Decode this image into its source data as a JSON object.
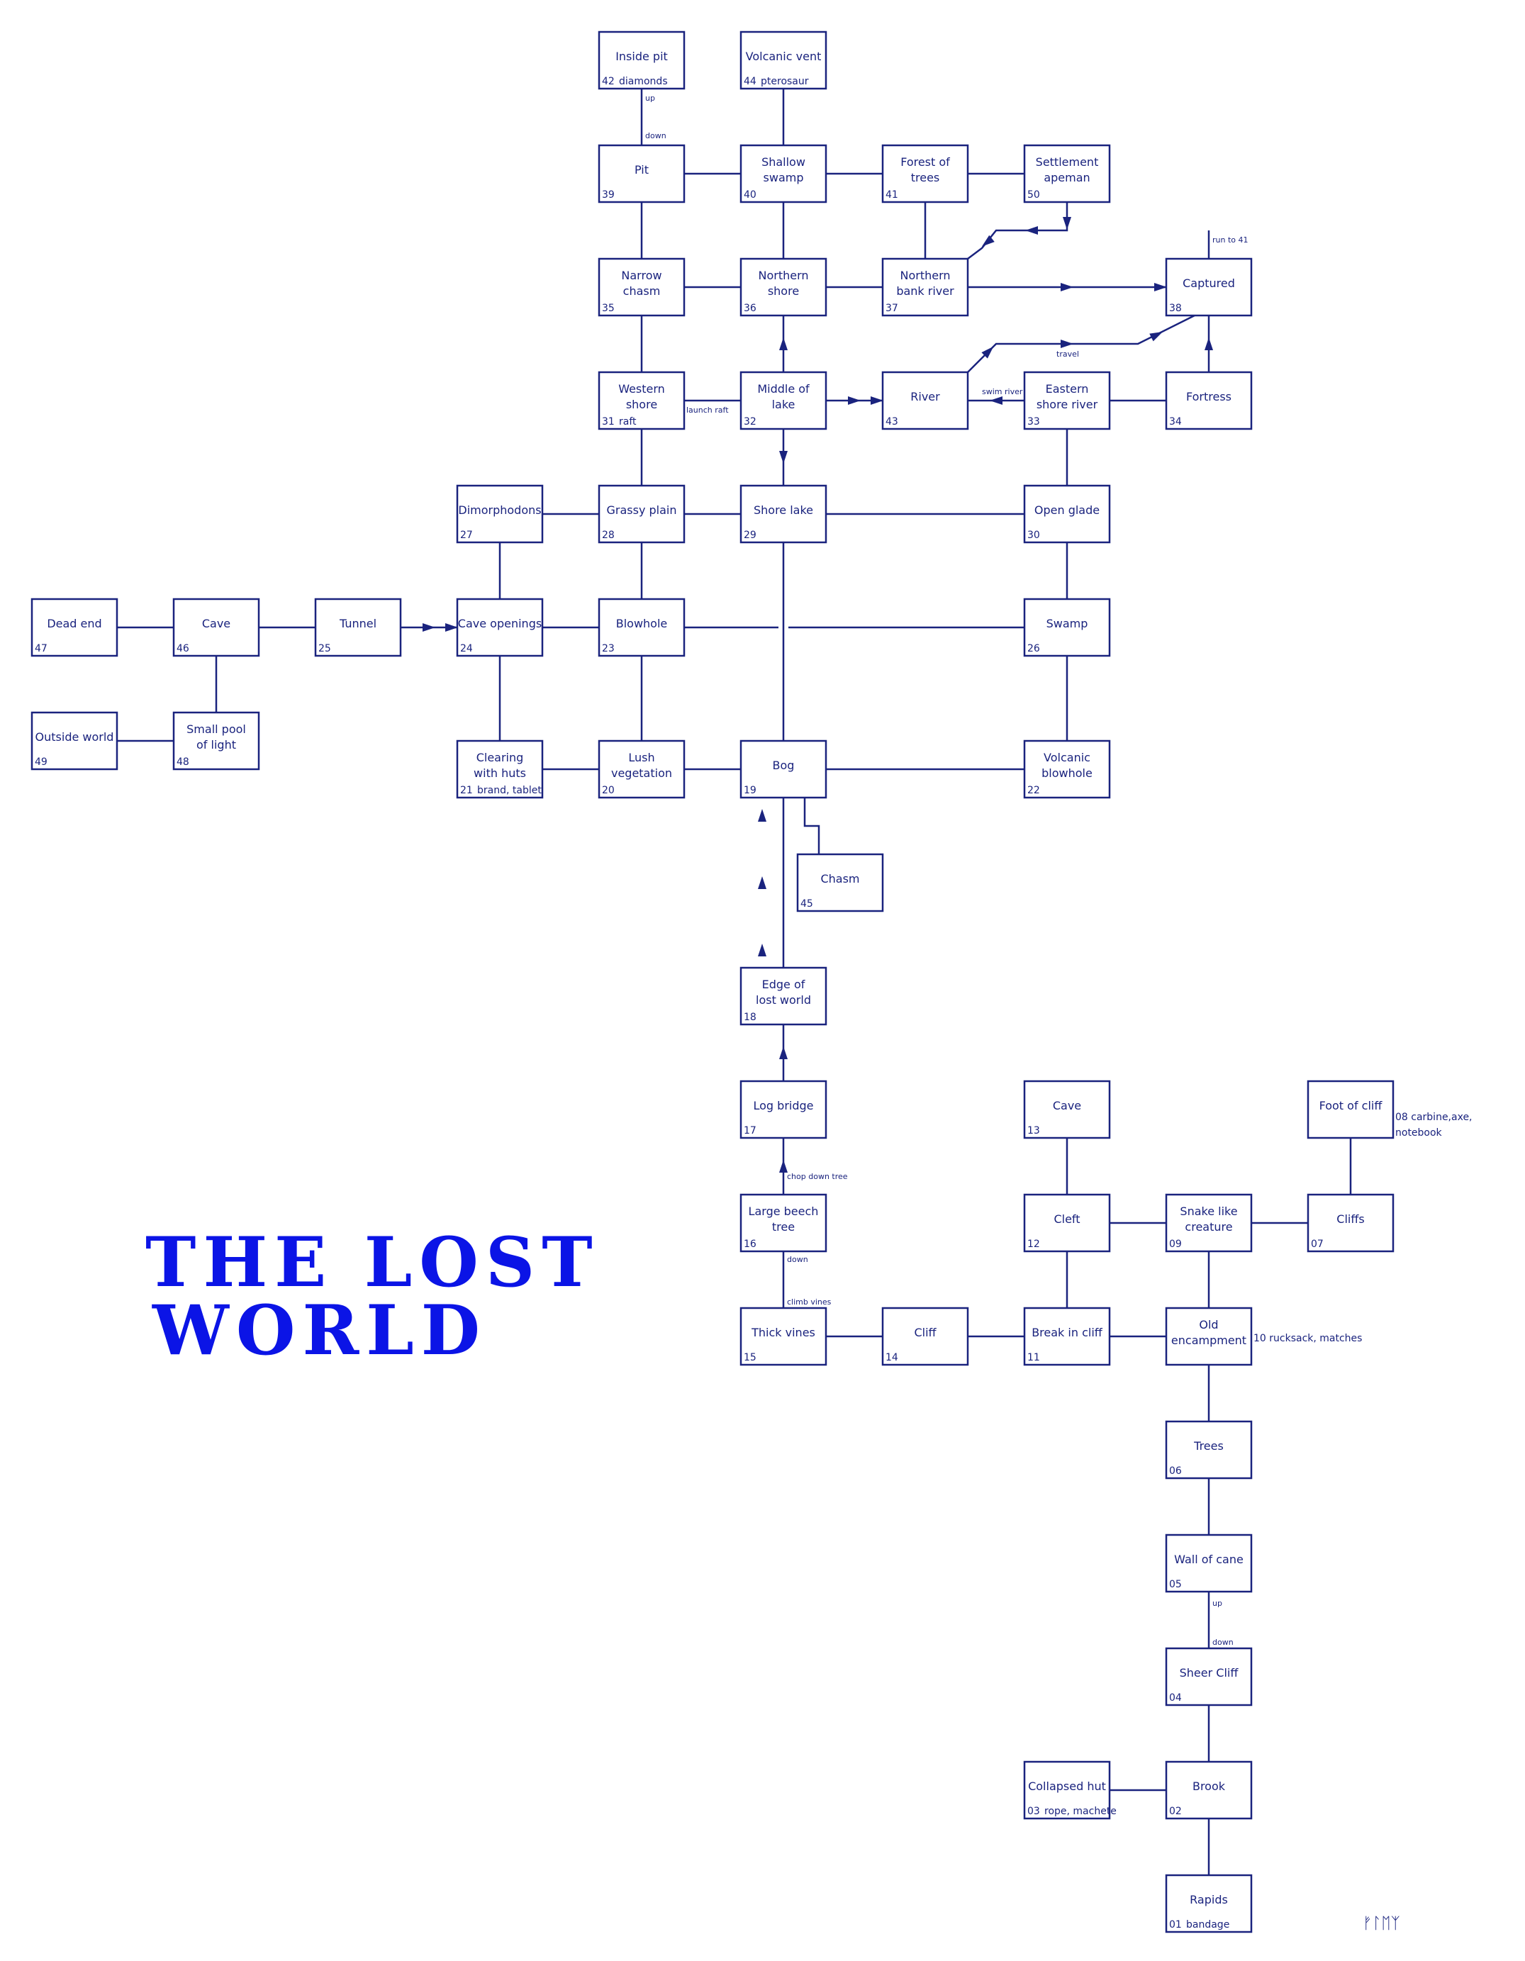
{
  "title_lines": [
    "THE LOST",
    "WORLD"
  ],
  "signature": "ᚠᛚᛖᛉ",
  "rooms": [
    {
      "id": "47",
      "name": [
        "Dead end"
      ],
      "num": "47",
      "items": ""
    },
    {
      "id": "46",
      "name": [
        "Cave"
      ],
      "num": "46",
      "items": ""
    },
    {
      "id": "25",
      "name": [
        "Tunnel"
      ],
      "num": "25",
      "items": ""
    },
    {
      "id": "24",
      "name": [
        "Cave openings"
      ],
      "num": "24",
      "items": ""
    },
    {
      "id": "23",
      "name": [
        "Blowhole"
      ],
      "num": "23",
      "items": ""
    },
    {
      "id": "26",
      "name": [
        "Swamp"
      ],
      "num": "26",
      "items": ""
    },
    {
      "id": "49",
      "name": [
        "Outside world"
      ],
      "num": "49",
      "items": ""
    },
    {
      "id": "48",
      "name": [
        "Small pool",
        "of light"
      ],
      "num": "48",
      "items": ""
    },
    {
      "id": "21",
      "name": [
        "Clearing",
        "with huts"
      ],
      "num": "21",
      "items": "brand, tablet"
    },
    {
      "id": "20",
      "name": [
        "Lush",
        "vegetation"
      ],
      "num": "20",
      "items": ""
    },
    {
      "id": "19",
      "name": [
        "Bog"
      ],
      "num": "19",
      "items": ""
    },
    {
      "id": "22",
      "name": [
        "Volcanic",
        "blowhole"
      ],
      "num": "22",
      "items": ""
    },
    {
      "id": "45",
      "name": [
        "Chasm"
      ],
      "num": "45",
      "items": ""
    },
    {
      "id": "27",
      "name": [
        "Dimorphodons"
      ],
      "num": "27",
      "items": ""
    },
    {
      "id": "28",
      "name": [
        "Grassy plain"
      ],
      "num": "28",
      "items": ""
    },
    {
      "id": "29",
      "name": [
        "Shore lake"
      ],
      "num": "29",
      "items": ""
    },
    {
      "id": "30",
      "name": [
        "Open glade"
      ],
      "num": "30",
      "items": ""
    },
    {
      "id": "31",
      "name": [
        "Western",
        "shore"
      ],
      "num": "31",
      "items": "raft"
    },
    {
      "id": "32",
      "name": [
        "Middle of",
        "lake"
      ],
      "num": "32",
      "items": ""
    },
    {
      "id": "43",
      "name": [
        "River"
      ],
      "num": "43",
      "items": ""
    },
    {
      "id": "33",
      "name": [
        "Eastern",
        "shore river"
      ],
      "num": "33",
      "items": ""
    },
    {
      "id": "34",
      "name": [
        "Fortress"
      ],
      "num": "34",
      "items": ""
    },
    {
      "id": "35",
      "name": [
        "Narrow",
        "chasm"
      ],
      "num": "35",
      "items": ""
    },
    {
      "id": "36",
      "name": [
        "Northern",
        "shore"
      ],
      "num": "36",
      "items": ""
    },
    {
      "id": "37",
      "name": [
        "Northern",
        "bank river"
      ],
      "num": "37",
      "items": ""
    },
    {
      "id": "38",
      "name": [
        "Captured"
      ],
      "num": "38",
      "items": ""
    },
    {
      "id": "39",
      "name": [
        "Pit"
      ],
      "num": "39",
      "items": ""
    },
    {
      "id": "40",
      "name": [
        "Shallow",
        "swamp"
      ],
      "num": "40",
      "items": ""
    },
    {
      "id": "41",
      "name": [
        "Forest of",
        "trees"
      ],
      "num": "41",
      "items": ""
    },
    {
      "id": "50",
      "name": [
        "Settlement",
        "apeman"
      ],
      "num": "50",
      "items": ""
    },
    {
      "id": "42",
      "name": [
        "Inside pit"
      ],
      "num": "42",
      "items": "diamonds"
    },
    {
      "id": "44",
      "name": [
        "Volcanic vent"
      ],
      "num": "44",
      "items": "pterosaur"
    },
    {
      "id": "18",
      "name": [
        "Edge of",
        "lost world"
      ],
      "num": "18",
      "items": ""
    },
    {
      "id": "17",
      "name": [
        "Log bridge"
      ],
      "num": "17",
      "items": ""
    },
    {
      "id": "16",
      "name": [
        "Large beech",
        "tree"
      ],
      "num": "16",
      "items": ""
    },
    {
      "id": "15",
      "name": [
        "Thick vines"
      ],
      "num": "15",
      "items": ""
    },
    {
      "id": "14",
      "name": [
        "Cliff"
      ],
      "num": "14",
      "items": ""
    },
    {
      "id": "11",
      "name": [
        "Break in cliff"
      ],
      "num": "11",
      "items": ""
    },
    {
      "id": "10",
      "name": [
        "Old",
        "encampment"
      ],
      "num": "",
      "items": ""
    },
    {
      "id": "13",
      "name": [
        "Cave"
      ],
      "num": "13",
      "items": ""
    },
    {
      "id": "12",
      "name": [
        "Cleft"
      ],
      "num": "12",
      "items": ""
    },
    {
      "id": "09",
      "name": [
        "Snake like",
        "creature"
      ],
      "num": "09",
      "items": ""
    },
    {
      "id": "07",
      "name": [
        "Cliffs"
      ],
      "num": "07",
      "items": ""
    },
    {
      "id": "08",
      "name": [
        "Foot of cliff"
      ],
      "num": "",
      "items": ""
    },
    {
      "id": "06",
      "name": [
        "Trees"
      ],
      "num": "06",
      "items": ""
    },
    {
      "id": "05",
      "name": [
        "Wall of cane"
      ],
      "num": "05",
      "items": ""
    },
    {
      "id": "04",
      "name": [
        "Sheer Cliff"
      ],
      "num": "04",
      "items": ""
    },
    {
      "id": "03",
      "name": [
        "Collapsed hut"
      ],
      "num": "03",
      "items": "rope, machete"
    },
    {
      "id": "02",
      "name": [
        "Brook"
      ],
      "num": "02",
      "items": ""
    },
    {
      "id": "01",
      "name": [
        "Rapids"
      ],
      "num": "01",
      "items": "bandage"
    }
  ],
  "side_notes": [
    {
      "id": "10",
      "lines": [
        "10 rucksack, matches"
      ]
    },
    {
      "id": "08",
      "lines": [
        "08 carbine,axe,",
        "notebook"
      ]
    }
  ],
  "connection_labels": {
    "up_42": "up",
    "down_39": "down",
    "run_to_41": "run to 41",
    "travel": "travel",
    "launch_raft": "launch raft",
    "swim_river": "swim river",
    "chop_down_tree": "chop down tree",
    "down_16": "down",
    "climb_vines": "climb vines",
    "up_05": "up",
    "down_04": "down"
  },
  "connections": [
    [
      "47",
      "46"
    ],
    [
      "46",
      "25"
    ],
    [
      "23",
      "24"
    ],
    [
      "23",
      "26"
    ],
    [
      "46",
      "48"
    ],
    [
      "49",
      "48"
    ],
    [
      "24",
      "27"
    ],
    [
      "24",
      "21"
    ],
    [
      "27",
      "28"
    ],
    [
      "28",
      "29"
    ],
    [
      "29",
      "30"
    ],
    [
      "28",
      "23"
    ],
    [
      "23",
      "20"
    ],
    [
      "21",
      "20"
    ],
    [
      "20",
      "19"
    ],
    [
      "19",
      "22"
    ],
    [
      "29",
      "19"
    ],
    [
      "30",
      "26"
    ],
    [
      "26",
      "22"
    ],
    [
      "28",
      "31"
    ],
    [
      "31",
      "32"
    ],
    [
      "33",
      "30"
    ],
    [
      "33",
      "34"
    ],
    [
      "31",
      "35"
    ],
    [
      "35",
      "36"
    ],
    [
      "36",
      "37"
    ],
    [
      "35",
      "39"
    ],
    [
      "36",
      "40"
    ],
    [
      "39",
      "40"
    ],
    [
      "40",
      "41"
    ],
    [
      "41",
      "50"
    ],
    [
      "40",
      "44"
    ],
    [
      "39",
      "42"
    ],
    [
      "41",
      "37"
    ],
    [
      "16",
      "15"
    ],
    [
      "15",
      "14"
    ],
    [
      "14",
      "11"
    ],
    [
      "11",
      "10"
    ],
    [
      "11",
      "12"
    ],
    [
      "12",
      "13"
    ],
    [
      "12",
      "09"
    ],
    [
      "09",
      "07"
    ],
    [
      "07",
      "08"
    ],
    [
      "09",
      "10"
    ],
    [
      "10",
      "06"
    ],
    [
      "06",
      "05"
    ],
    [
      "05",
      "04"
    ],
    [
      "04",
      "02"
    ],
    [
      "03",
      "02"
    ],
    [
      "02",
      "01"
    ]
  ],
  "directed": [
    [
      "25",
      "24"
    ],
    [
      "32",
      "36"
    ],
    [
      "32",
      "29"
    ],
    [
      "32",
      "43"
    ],
    [
      "33",
      "43"
    ],
    [
      "34",
      "38"
    ],
    [
      "37",
      "38"
    ],
    [
      "19",
      "18",
      "rev"
    ],
    [
      "17",
      "18"
    ],
    [
      "16",
      "17"
    ]
  ]
}
